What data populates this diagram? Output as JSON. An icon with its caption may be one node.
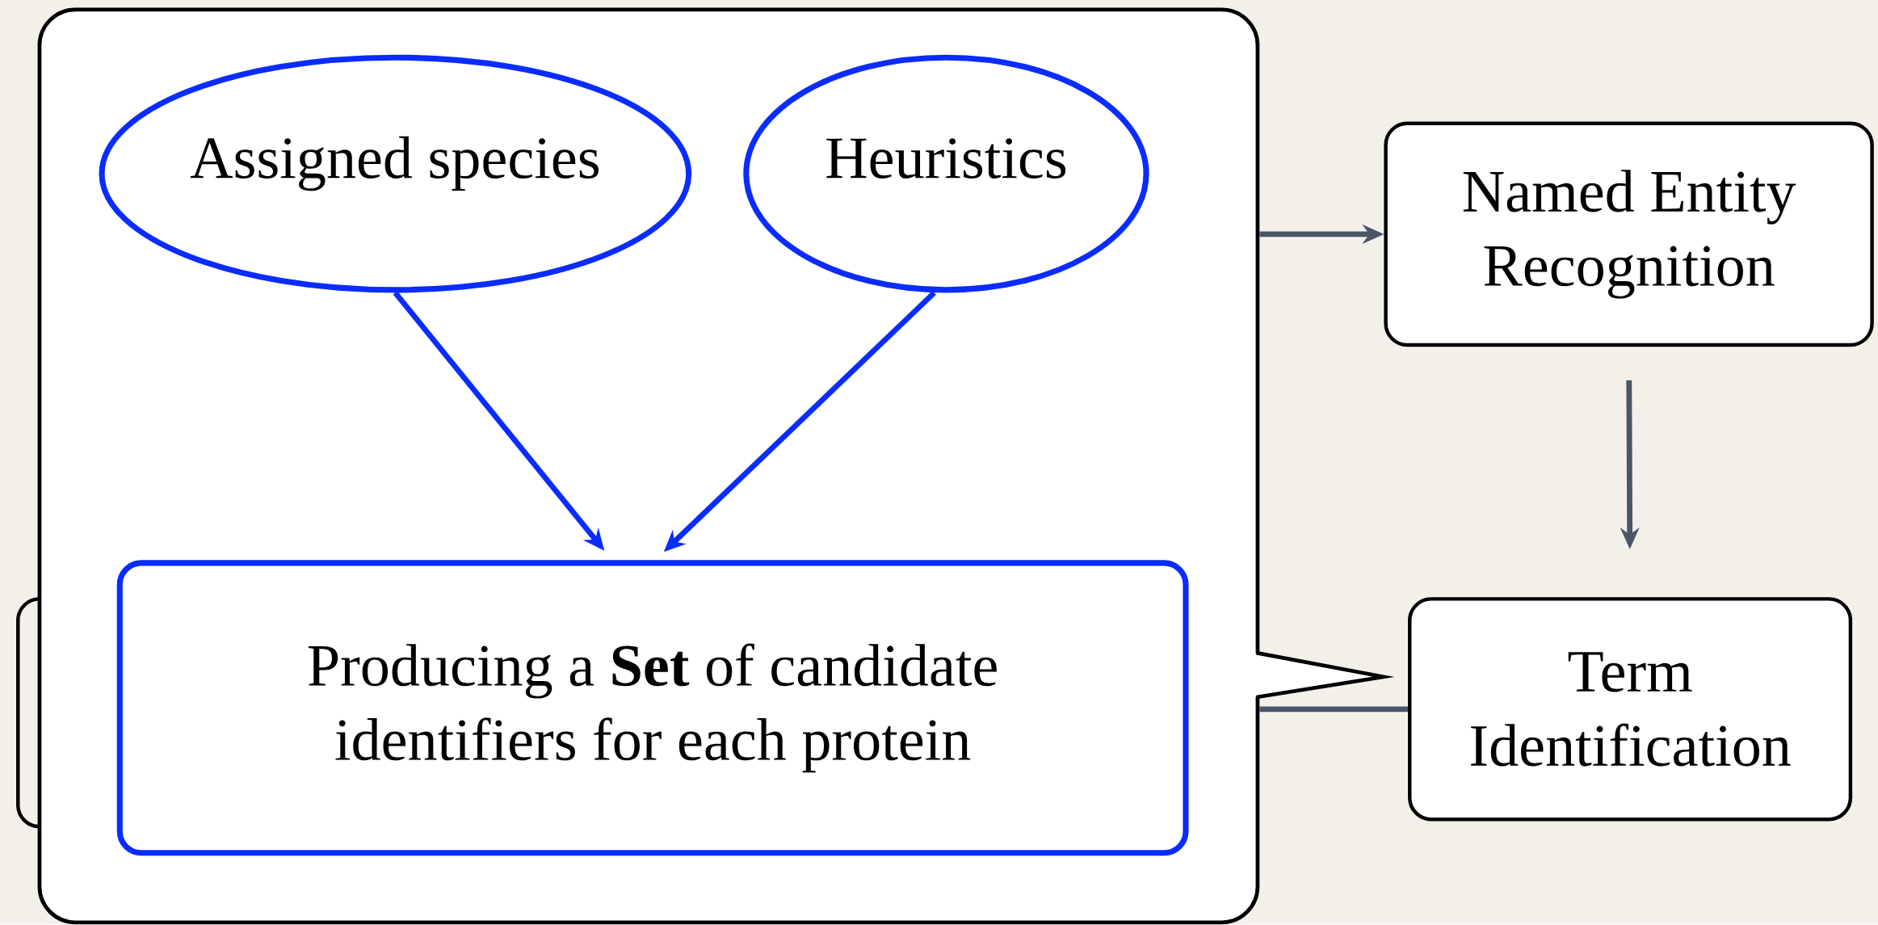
{
  "diagram": {
    "nodes": [
      {
        "text": [],
        "shape": "box"
      },
      {
        "text": [
          "Assigned species"
        ],
        "in": 0
      },
      {
        "text": [
          "Heuristics"
        ],
        "in": 0
      },
      {
        "text": [
          "Producing a **Set** of candidate identifiers for each protein"
        ],
        "in": 0
      },
      {
        "text": [
          "Named Entity Recognition"
        ]
      },
      {
        "text": [
          "Term Identification"
        ]
      },
      {
        "text": [],
        "shape": "box"
      }
    ],
    "edges": [
      {
        "from": 1,
        "to": 3,
        "arrow": "to",
        "color": "#0a2cff"
      },
      {
        "from": 2,
        "to": 3,
        "arrow": "to",
        "color": "#0a2cff"
      },
      {
        "from": 4,
        "to": 5,
        "arrow": "to"
      },
      {
        "from": 0,
        "to": 4,
        "arrow": "to"
      },
      {
        "from": 5,
        "to": 0,
        "arrow": "none"
      }
    ]
  }
}
